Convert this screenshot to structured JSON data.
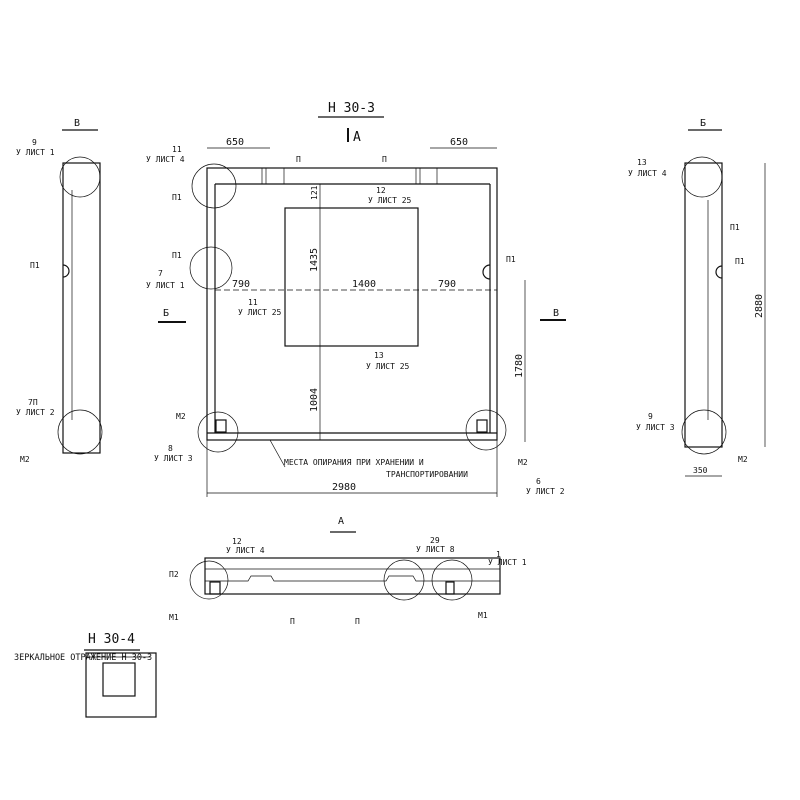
{
  "plan": {
    "title": "Н 30-3",
    "view_marker": "А",
    "dim_left_top": "650",
    "dim_right_top": "650",
    "dim_left": "790",
    "dim_center": "1400",
    "dim_right": "790",
    "dim_top_gap": "121",
    "dim_opening_height": "1435",
    "dim_bottom_gap": "1004",
    "dim_right_height": "1780",
    "dim_total_width": "2980",
    "marker_left": "Б",
    "marker_right": "В",
    "callouts": {
      "tl_num": "11",
      "tl_sheet": "У ЛИСТ 4",
      "tl_part": "П1",
      "ml_part": "П1",
      "ml_num": "7",
      "ml_sheet": "У ЛИСТ 1",
      "top_p1": "П",
      "top_p2": "П",
      "open_top_num": "12",
      "open_top_sheet": "У ЛИСТ 25",
      "open_left_num": "11",
      "open_left_sheet": "У ЛИСТ 25",
      "open_bottom_num": "13",
      "open_bottom_sheet": "У ЛИСТ 25",
      "mr_part": "П1",
      "bl_part": "М2",
      "bl_num": "8",
      "bl_sheet": "У ЛИСТ 3",
      "br_part": "М2",
      "br_num": "6",
      "br_sheet": "У ЛИСТ 2"
    },
    "support_note_1": "МЕСТА ОПИРАНИЯ ПРИ ХРАНЕНИИ И",
    "support_note_2": "ТРАНСПОРТИРОВАНИИ"
  },
  "view_v": {
    "title": "В",
    "top_num": "9",
    "top_sheet": "У ЛИСТ 1",
    "mid_part": "П1",
    "bot_num": "7П",
    "bot_sheet": "У ЛИСТ 2",
    "bot_part": "М2"
  },
  "view_b": {
    "title": "Б",
    "top_num": "13",
    "top_sheet": "У ЛИСТ 4",
    "part_a": "П1",
    "part_b": "П1",
    "dim_height": "2880",
    "bot_num": "9",
    "bot_sheet": "У ЛИСТ 3",
    "bot_part": "М2",
    "dim_width": "350"
  },
  "section_a": {
    "title": "А",
    "l_num": "12",
    "l_sheet": "У ЛИСТ 4",
    "m_num": "29",
    "m_sheet": "У ЛИСТ 8",
    "r_num": "1",
    "r_sheet": "У ЛИСТ 1",
    "l_part_top": "П2",
    "l_part_bot": "М1",
    "p1": "П",
    "p2": "П",
    "r_part": "М1"
  },
  "mirror": {
    "title": "Н 30-4",
    "caption": "ЗЕРКАЛЬНОЕ ОТРАЖЕНИЕ Н 30-3"
  }
}
